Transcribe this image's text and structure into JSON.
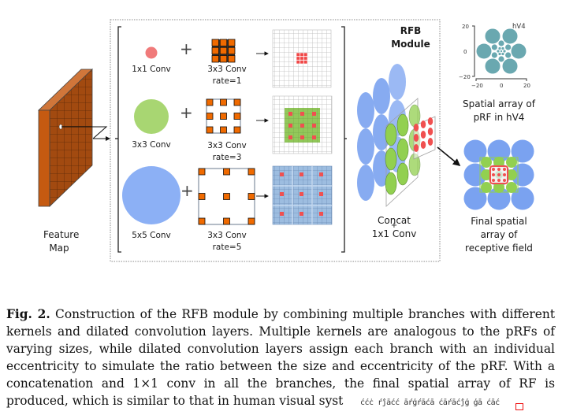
{
  "figure": {
    "module_title_line1": "RFB",
    "module_title_line2": "Module",
    "feature_map_label_line1": "Feature",
    "feature_map_label_line2": "Map",
    "branches": [
      {
        "conv_label": "1x1 Conv",
        "dilated_label": "3x3 Conv",
        "rate_label": "rate=1",
        "circle_color": "#f07a7a"
      },
      {
        "conv_label": "3x3 Conv",
        "dilated_label": "3x3 Conv",
        "rate_label": "rate=3",
        "circle_color": "#a8d672"
      },
      {
        "conv_label": "5x5 Conv",
        "dilated_label": "3x3 Conv",
        "rate_label": "rate=5",
        "circle_color": "#8cb0f5"
      }
    ],
    "plus_symbol": "+",
    "concat_line1": "Concat",
    "concat_line2": "1x1 Conv",
    "hv4_plot": {
      "label": "hV4",
      "y_ticks": [
        "20",
        "0",
        "−20"
      ],
      "x_ticks": [
        "−20",
        "0",
        "20"
      ],
      "color": "#6aa8b0"
    },
    "hv4_caption_line1": "Spatial array of",
    "hv4_caption_line2": "pRF in hV4",
    "final_caption_line1": "Final spatial",
    "final_caption_line2": "array of",
    "final_caption_line3": "receptive field",
    "colors": {
      "red": "#f05050",
      "green": "#92d050",
      "blue": "#7aa2f0",
      "kernel_orange": "#f06a00",
      "feature_orange": "#c55a11"
    }
  },
  "caption": {
    "fig_number": "Fig. 2.",
    "text": " Construction of the RFB module by combining multiple branches with different kernels and dilated convolution layers. Multiple kernels are analogous to the pRFs of varying sizes, while dilated convolution layers assign each branch with an individual eccentricity to simulate the ratio between the size and eccentricity of the pRF. With a concatenation and 1×1 conv in all the branches, the final spatial array of RF is produced, which is similar to that in human visual syst",
    "garbled_tail": "ććċ ŕĵāćć āŕģŕāćā ćāŕāćĵģ ģā ćāć"
  }
}
